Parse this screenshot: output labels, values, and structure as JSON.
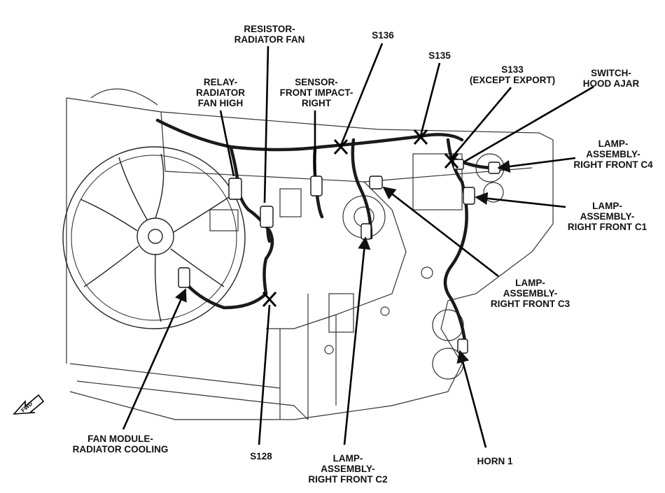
{
  "diagram": {
    "labels": {
      "resistor": [
        "RESISTOR-",
        "RADIATOR FAN"
      ],
      "relay": [
        "RELAY-",
        "RADIATOR",
        "FAN HIGH"
      ],
      "sensor": [
        "SENSOR-",
        "FRONT IMPACT-",
        "RIGHT"
      ],
      "s136": [
        "S136"
      ],
      "s135": [
        "S135"
      ],
      "s133": [
        "S133",
        "(EXCEPT EXPORT)"
      ],
      "switch_hood": [
        "SWITCH-",
        "HOOD AJAR"
      ],
      "lamp_c4": [
        "LAMP-",
        "ASSEMBLY-",
        "RIGHT FRONT C4"
      ],
      "lamp_c1": [
        "LAMP-",
        "ASSEMBLY-",
        "RIGHT FRONT C1"
      ],
      "lamp_c3": [
        "LAMP-",
        "ASSEMBLY-",
        "RIGHT FRONT C3"
      ],
      "fan_module": [
        "FAN MODULE-",
        "RADIATOR COOLING"
      ],
      "s128": [
        "S128"
      ],
      "lamp_c2": [
        "LAMP-",
        "ASSEMBLY-",
        "RIGHT FRONT C2"
      ],
      "horn": [
        "HORN 1"
      ],
      "fwd": [
        "FWD"
      ]
    },
    "colors": {
      "line": "#111111",
      "harness": "#1a1a1a",
      "background": "#ffffff"
    }
  }
}
